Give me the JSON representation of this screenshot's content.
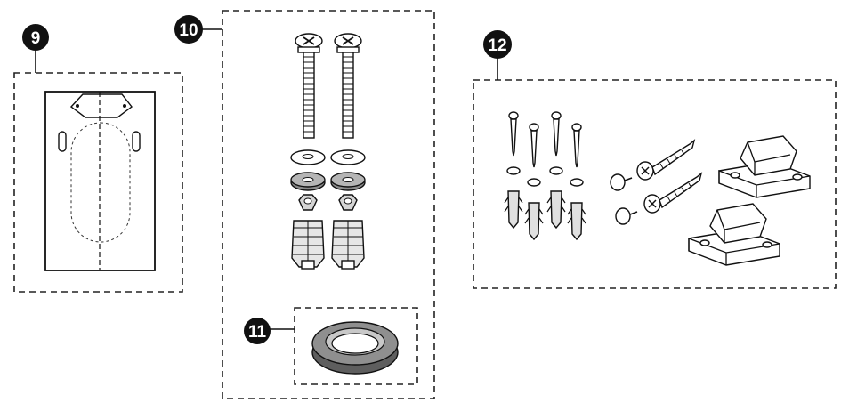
{
  "callouts": [
    {
      "id": "9",
      "label": "9"
    },
    {
      "id": "10",
      "label": "10"
    },
    {
      "id": "11",
      "label": "11"
    },
    {
      "id": "12",
      "label": "12"
    }
  ],
  "colors": {
    "badge_fill": "#111111",
    "badge_text": "#ffffff",
    "line": "#111111",
    "gasket_shade": "#6e6e6e",
    "washer_shade": "#8a8a8a",
    "background": "#ffffff"
  }
}
